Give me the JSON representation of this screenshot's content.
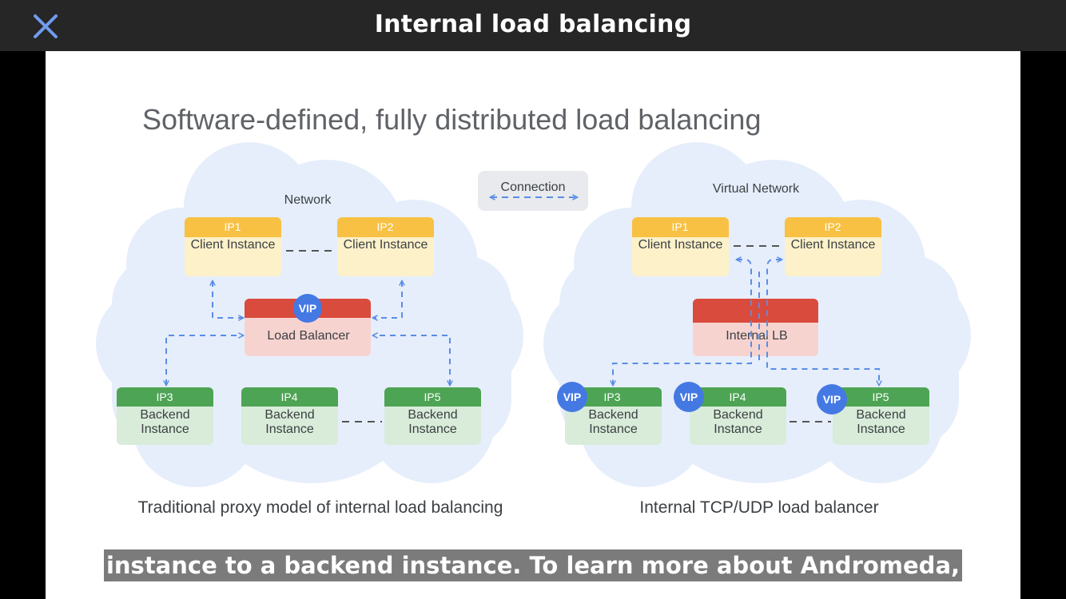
{
  "header": {
    "title": "Internal load balancing",
    "close_icon": "close-icon"
  },
  "slide": {
    "title": "Software-defined, fully distributed load balancing",
    "legend": {
      "label": "Connection"
    },
    "left": {
      "network_label": "Network",
      "caption": "Traditional proxy model of internal load balancing",
      "clients": [
        {
          "ip": "IP1",
          "name": "Client Instance"
        },
        {
          "ip": "IP2",
          "name": "Client Instance"
        }
      ],
      "load_balancer": {
        "label": "Load Balancer",
        "badge": "VIP"
      },
      "backends": [
        {
          "ip": "IP3",
          "name": "Backend Instance"
        },
        {
          "ip": "IP4",
          "name": "Backend Instance"
        },
        {
          "ip": "IP5",
          "name": "Backend Instance"
        }
      ]
    },
    "right": {
      "network_label": "Virtual Network",
      "caption": "Internal TCP/UDP load balancer",
      "clients": [
        {
          "ip": "IP1",
          "name": "Client Instance"
        },
        {
          "ip": "IP2",
          "name": "Client Instance"
        }
      ],
      "load_balancer": {
        "label": "Internal LB"
      },
      "backends": [
        {
          "ip": "IP3",
          "name": "Backend Instance",
          "badge": "VIP"
        },
        {
          "ip": "IP4",
          "name": "Backend Instance",
          "badge": "VIP"
        },
        {
          "ip": "IP5",
          "name": "Backend Instance",
          "badge": "VIP"
        }
      ]
    }
  },
  "subtitle": {
    "text": "instance to a backend instance. To learn more about Andromeda,"
  },
  "colors": {
    "topbar": "#262626",
    "close_icon": "#6f9cf0",
    "cloud": "#e6eefb",
    "client_header": "#f8c143",
    "client_body": "#fdf1c9",
    "backend_header": "#4ea455",
    "backend_body": "#d8ecd9",
    "lb_header": "#d94b3c",
    "lb_body": "#f7d3d0",
    "vip_badge": "#4479e4",
    "arrow": "#5a8de4"
  }
}
